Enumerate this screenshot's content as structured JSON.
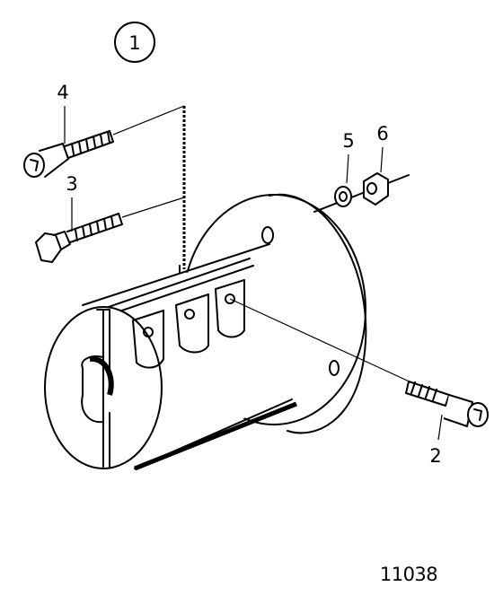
{
  "figure": {
    "main_callout": "1",
    "part_labels": {
      "p2": "2",
      "p3": "3",
      "p4": "4",
      "p5": "5",
      "p6": "6"
    },
    "reference_number": "11038"
  }
}
